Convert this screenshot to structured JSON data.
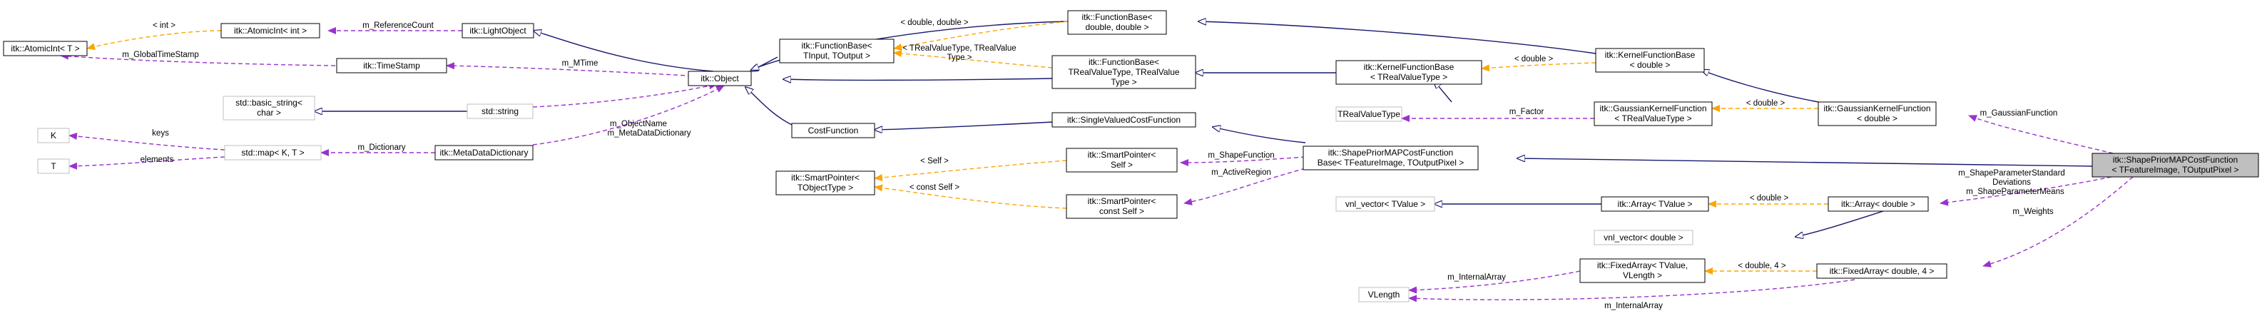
{
  "nodes": {
    "atomicint_t": {
      "lines": [
        "itk::AtomicInt< T >"
      ]
    },
    "atomicint_int": {
      "lines": [
        "itk::AtomicInt< int >"
      ]
    },
    "lightobject": {
      "lines": [
        "itk::LightObject"
      ]
    },
    "timestamp": {
      "lines": [
        "itk::TimeStamp"
      ]
    },
    "object": {
      "lines": [
        "itk::Object"
      ]
    },
    "basic_string": {
      "lines": [
        "std::basic_string<",
        "char >"
      ]
    },
    "std_string": {
      "lines": [
        "std::string"
      ]
    },
    "k": {
      "lines": [
        "K"
      ]
    },
    "t": {
      "lines": [
        "T"
      ]
    },
    "std_map": {
      "lines": [
        "std::map< K, T >"
      ]
    },
    "metadatadictionary": {
      "lines": [
        "itk::MetaDataDictionary"
      ]
    },
    "functionbase_tinput": {
      "lines": [
        "itk::FunctionBase<",
        "TInput, TOutput >"
      ]
    },
    "costfunction": {
      "lines": [
        "CostFunction"
      ]
    },
    "smartpointer_tobject": {
      "lines": [
        "itk::SmartPointer<",
        "TObjectType >"
      ]
    },
    "functionbase_double": {
      "lines": [
        "itk::FunctionBase<",
        "double, double >"
      ]
    },
    "functionbase_treal": {
      "lines": [
        "itk::FunctionBase<",
        "TRealValueType, TRealValue",
        "Type >"
      ]
    },
    "singlevaluedcostfunction": {
      "lines": [
        "itk::SingleValuedCostFunction"
      ]
    },
    "smartpointer_self": {
      "lines": [
        "itk::SmartPointer<",
        "Self >"
      ]
    },
    "smartpointer_constself": {
      "lines": [
        "itk::SmartPointer<",
        "const Self >"
      ]
    },
    "shapeprior_base": {
      "lines": [
        "itk::ShapePriorMAPCostFunction",
        "Base< TFeatureImage, TOutputPixel >"
      ]
    },
    "kernelfunctionbase_treal": {
      "lines": [
        "itk::KernelFunctionBase",
        "< TRealValueType >"
      ]
    },
    "trealvaluetype": {
      "lines": [
        "TRealValueType"
      ]
    },
    "gaussiankernel_treal": {
      "lines": [
        "itk::GaussianKernelFunction",
        "< TRealValueType >"
      ]
    },
    "vnl_vector_tvalue": {
      "lines": [
        "vnl_vector< TValue >"
      ]
    },
    "array_tvalue": {
      "lines": [
        "itk::Array< TValue >"
      ]
    },
    "fixedarray_tvalue": {
      "lines": [
        "itk::FixedArray< TValue,",
        "VLength >"
      ]
    },
    "vlength": {
      "lines": [
        "VLength"
      ]
    },
    "kernelfunctionbase_double": {
      "lines": [
        "itk::KernelFunctionBase",
        "< double >"
      ]
    },
    "gaussiankernel_double": {
      "lines": [
        "itk::GaussianKernelFunction",
        "< double >"
      ]
    },
    "array_double": {
      "lines": [
        "itk::Array< double >"
      ]
    },
    "vnl_vector_double": {
      "lines": [
        "vnl_vector< double >"
      ]
    },
    "fixedarray_double": {
      "lines": [
        "itk::FixedArray< double, 4 >"
      ]
    },
    "shapeprior_main": {
      "lines": [
        "itk::ShapePriorMAPCostFunction",
        "< TFeatureImage, TOutputPixel >"
      ]
    }
  },
  "edge_labels": {
    "int": "< int >",
    "m_referencecount": "m_ReferenceCount",
    "m_globaltimestamp": "m_GlobalTimeStamp",
    "m_mtime": "m_MTime",
    "m_objectname": "m_ObjectName",
    "m_metadatadictionary": "m_MetaDataDictionary",
    "keys": "keys",
    "elements": "elements",
    "m_dictionary": "m_Dictionary",
    "double_double": "< double, double >",
    "trealvaluetype_line1": "< TRealValueType, TRealValue",
    "trealvaluetype_line2": "Type >",
    "self": "< Self >",
    "const_self": "< const Self >",
    "m_shapefunction": "m_ShapeFunction",
    "m_activeregion": "m_ActiveRegion",
    "double_kernel": "< double >",
    "m_factor": "m_Factor",
    "double_gaussian": "< double >",
    "double_array": "< double >",
    "double_4": "< double, 4 >",
    "m_internalarray_top": "m_InternalArray",
    "m_internalarray_bottom": "m_InternalArray",
    "m_gaussianfunction": "m_GaussianFunction",
    "m_shapeparameterstandard_line1": "m_ShapeParameterStandard",
    "m_shapeparameterstandard_line2": "Deviations",
    "m_shapeparametermeans": "m_ShapeParameterMeans",
    "m_weights": "m_Weights"
  },
  "colors": {
    "inheritance": "#191970",
    "usage": "#9a32cd",
    "template": "#ffa500",
    "highlight_fill": "#bfbfbf",
    "gray_border": "#bfbfbf"
  }
}
